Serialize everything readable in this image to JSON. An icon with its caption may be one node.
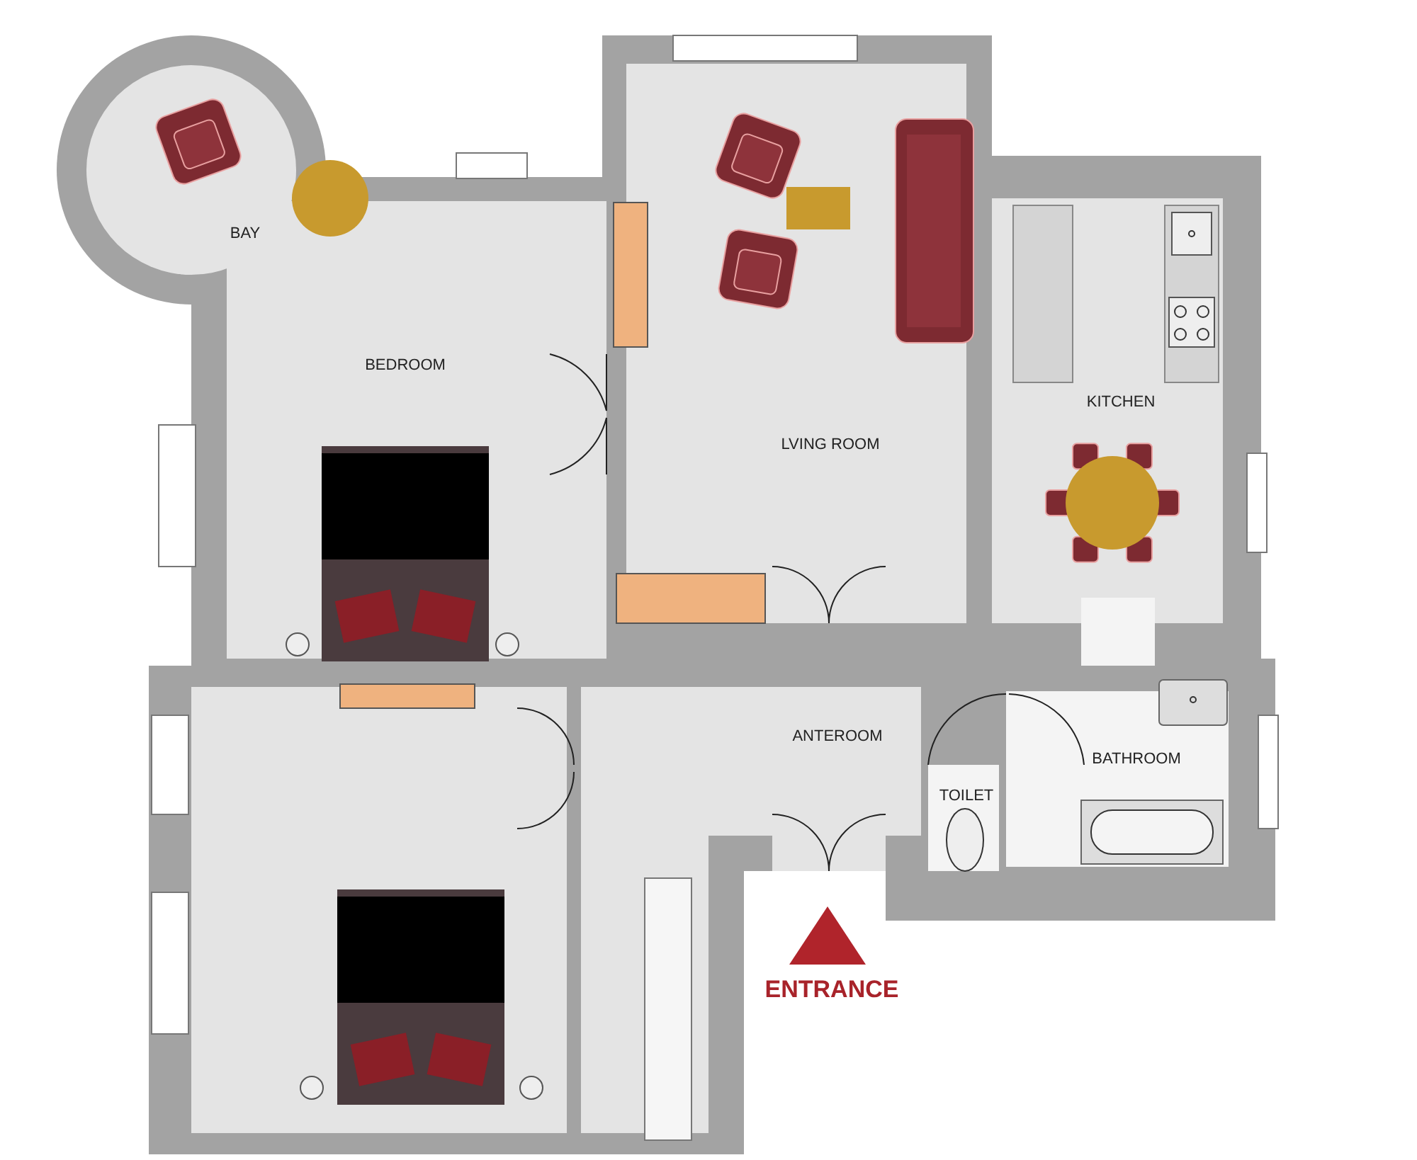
{
  "diagram": {
    "labels": [
      "BAY",
      "BEDROOM",
      "KITCHEN",
      "LVING ROOM",
      "ANTEROOM",
      "BATHROOM",
      "TOILET",
      "ENTRANCE"
    ]
  }
}
